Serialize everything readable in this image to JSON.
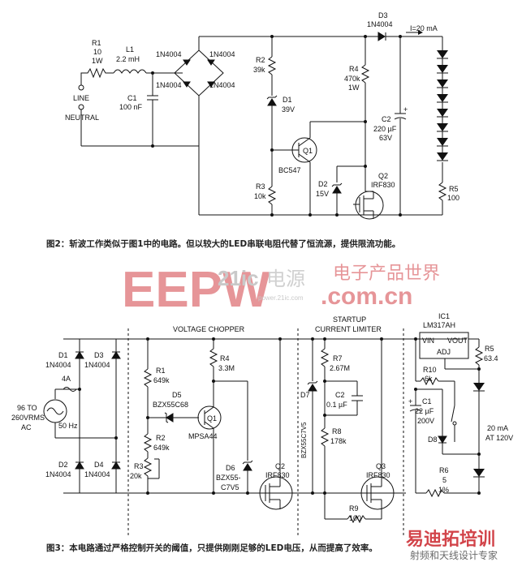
{
  "fig2": {
    "caption": "图2：斩波工作类似于图1中的电路。但以较大的LED串联电阻代替了恒流源，提供限流功能。",
    "labels": {
      "r1": "R1",
      "r1_val1": "10",
      "r1_val2": "1W",
      "l1": "L1",
      "l1_val": "2.2 mH",
      "line": "LINE",
      "neutral": "NEUTRAL",
      "c1": "C1",
      "c1_val": "100 nF",
      "bridge_tl": "1N4004",
      "bridge_tr": "1N4004",
      "bridge_bl": "1N4004",
      "bridge_br": "1N4004",
      "r2": "R2",
      "r2_val": "39k",
      "d1": "D1",
      "d1_val": "39V",
      "d3": "D3",
      "d3_val": "1N4004",
      "current": "I=20 mA",
      "r4": "R4",
      "r4_val1": "470k",
      "r4_val2": "1W",
      "c2": "C2",
      "c2_val1": "220 µF",
      "c2_val2": "63V",
      "q1": "Q1",
      "q1_val": "BC547",
      "r3": "R3",
      "r3_val": "10k",
      "d2": "D2",
      "d2_val": "15V",
      "q2": "Q2",
      "q2_val": "IRF830",
      "r5": "R5",
      "r5_val": "100"
    }
  },
  "watermark": {
    "logo": "EEPW",
    "cn": "电子产品世界",
    "url": "power.21ic.com",
    "brand": "21ic",
    "brand2": "电源"
  },
  "fig3": {
    "caption": "图3：本电路通过严格控制开关的阈值，只提供刚刚足够的LED电压，从而提高了效率。",
    "titles": {
      "chopper": "VOLTAGE CHOPPER",
      "startup1": "STARTUP",
      "startup2": "CURRENT LIMITER"
    },
    "labels": {
      "d1": "D1",
      "d1_val": "1N4004",
      "d2": "D2",
      "d2_val": "1N4004",
      "d3": "D3",
      "d3_val": "1N4004",
      "d4": "D4",
      "d4_val": "1N4004",
      "fuse": "4A",
      "src1": "96 TO",
      "src2": "260VRMS",
      "src3": "AC",
      "src_hz": "50 Hz",
      "r1": "R1",
      "r1_val": "649k",
      "d5": "D5",
      "d5_val": "BZX55C68",
      "r2": "R2",
      "r2_val": "649k",
      "r3": "R3",
      "r3_val": "20k",
      "q1": "Q1",
      "q1_val": "MPSA44",
      "r4": "R4",
      "r4_val": "3.3M",
      "d6": "D6",
      "d6_val1": "BZX55-",
      "d6_val2": "C7V5",
      "q2": "Q2",
      "q2_val": "IRF830",
      "d7": "D7",
      "d7_val": "BZX55C7V5",
      "r7": "R7",
      "r7_val": "2.67M",
      "c2": "C2",
      "c2_val": "0.1 µF",
      "r8": "R8",
      "r8_val": "178k",
      "q3": "Q3",
      "q3_val": "IRF830",
      "r9": "R9",
      "r9_val": "100",
      "ic1": "IC1",
      "ic1_val": "LM317AH",
      "vin": "VIN",
      "vout": "VOUT",
      "adj": "ADJ",
      "r5": "R5",
      "r5_val": "63.4",
      "r10": "R10",
      "r10_val": "6k",
      "c1": "C1",
      "c1_val1": "22 µF",
      "c1_val2": "200V",
      "d8": "D8",
      "r6": "R6",
      "r6_val1": "5",
      "r6_val2": "1%",
      "out1": "20 mA",
      "out2": "AT 120V"
    }
  },
  "footer": {
    "brand": "易迪拓培训",
    "sub": "射频和天线设计专家"
  }
}
